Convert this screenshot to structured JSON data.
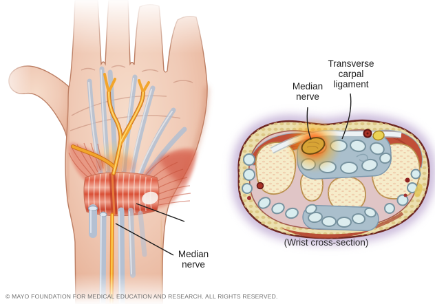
{
  "hand_panel": {
    "median_nerve_label": {
      "line1": "Median",
      "line2": "nerve"
    }
  },
  "cross_section_panel": {
    "median_nerve_label": {
      "line1": "Median",
      "line2": "nerve"
    },
    "transverse_carpal_ligament_label": {
      "line1": "Transverse",
      "line2": "carpal",
      "line3": "ligament"
    },
    "caption": "(Wrist cross-section)"
  },
  "footer": {
    "copyright": "© MAYO FOUNDATION FOR MEDICAL EDUCATION AND RESEARCH. ALL RIGHTS RESERVED."
  },
  "colors": {
    "leader_line": "#1c1c1c",
    "nerve_yellow": "#f2a52c",
    "nerve_cross_section_fill": "#d8a435",
    "inflammation_glow": "#ff2a00",
    "ligament_red": "#d94f36",
    "tendon_blue": "#b4c2d6",
    "bone_cream": "#f6ecca",
    "muscle_red": "#c14f38",
    "skin": "#f0cab6",
    "label_text": "#1b1b1b",
    "copyright_text": "#6f6f6f"
  }
}
